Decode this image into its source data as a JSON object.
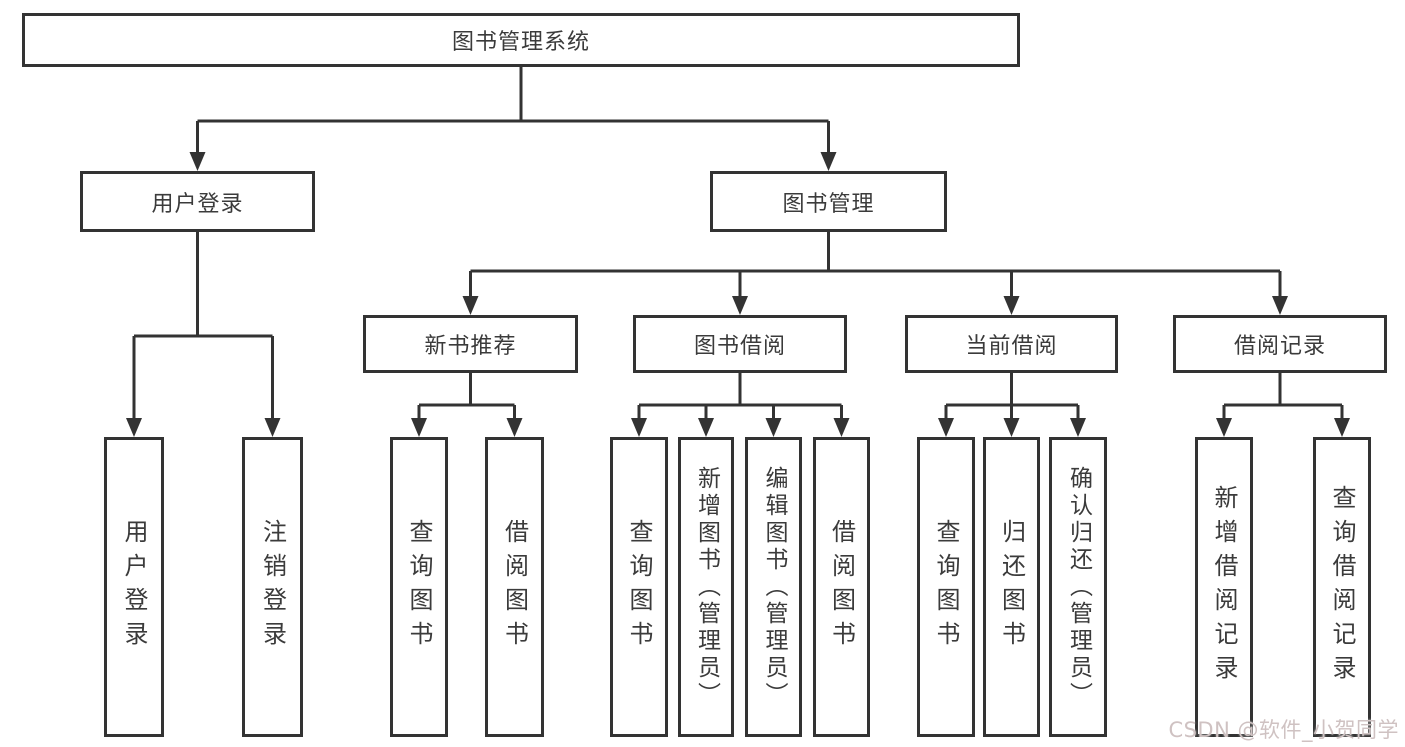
{
  "diagram": {
    "title": "图书管理系统",
    "watermark": "CSDN @软件_小贺同学",
    "colors": {
      "line": "#333333",
      "box_border": "#333333",
      "text": "#3b3b3b",
      "background": "#ffffff",
      "watermark": "#cfc2c2"
    },
    "nodes": [
      {
        "id": "root",
        "label": "图书管理系统",
        "level": 1,
        "parent": null,
        "vertical": false
      },
      {
        "id": "user-login",
        "label": "用户登录",
        "level": 2,
        "parent": "root",
        "vertical": false
      },
      {
        "id": "book-mgmt",
        "label": "图书管理",
        "level": 2,
        "parent": "root",
        "vertical": false
      },
      {
        "id": "new-book-rec",
        "label": "新书推荐",
        "level": 3,
        "parent": "book-mgmt",
        "vertical": false
      },
      {
        "id": "book-borrow",
        "label": "图书借阅",
        "level": 3,
        "parent": "book-mgmt",
        "vertical": false
      },
      {
        "id": "current-borrow",
        "label": "当前借阅",
        "level": 3,
        "parent": "book-mgmt",
        "vertical": false
      },
      {
        "id": "borrow-records",
        "label": "借阅记录",
        "level": 3,
        "parent": "book-mgmt",
        "vertical": false
      },
      {
        "id": "leaf-user-login",
        "label": "用户登录",
        "level": 4,
        "parent": "user-login",
        "vertical": true
      },
      {
        "id": "leaf-logout",
        "label": "注销登录",
        "level": 4,
        "parent": "user-login",
        "vertical": true
      },
      {
        "id": "leaf-query-book-1",
        "label": "查询图书",
        "level": 4,
        "parent": "new-book-rec",
        "vertical": true
      },
      {
        "id": "leaf-borrow-book-1",
        "label": "借阅图书",
        "level": 4,
        "parent": "new-book-rec",
        "vertical": true
      },
      {
        "id": "leaf-query-book-2",
        "label": "查询图书",
        "level": 4,
        "parent": "book-borrow",
        "vertical": true
      },
      {
        "id": "leaf-add-book",
        "label": "新增图书（管理员）",
        "level": 4,
        "parent": "book-borrow",
        "vertical": true
      },
      {
        "id": "leaf-edit-book",
        "label": "编辑图书（管理员）",
        "level": 4,
        "parent": "book-borrow",
        "vertical": true
      },
      {
        "id": "leaf-borrow-book-2",
        "label": "借阅图书",
        "level": 4,
        "parent": "book-borrow",
        "vertical": true
      },
      {
        "id": "leaf-query-book-3",
        "label": "查询图书",
        "level": 4,
        "parent": "current-borrow",
        "vertical": true
      },
      {
        "id": "leaf-return-book",
        "label": "归还图书",
        "level": 4,
        "parent": "current-borrow",
        "vertical": true
      },
      {
        "id": "leaf-confirm-return",
        "label": "确认归还（管理员）",
        "level": 4,
        "parent": "current-borrow",
        "vertical": true
      },
      {
        "id": "leaf-add-borrow-record",
        "label": "新增借阅记录",
        "level": 4,
        "parent": "borrow-records",
        "vertical": true
      },
      {
        "id": "leaf-query-borrow-record",
        "label": "查询借阅记录",
        "level": 4,
        "parent": "borrow-records",
        "vertical": true
      }
    ]
  }
}
